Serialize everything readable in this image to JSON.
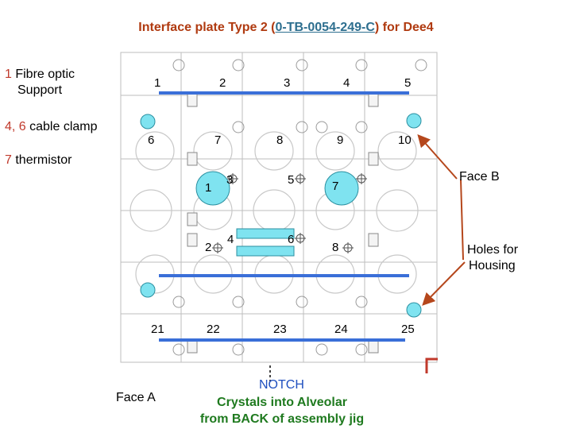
{
  "title": {
    "prefix": "Interface plate Type 2 (",
    "code": "0-TB-0054-249-C",
    "suffix": ") for Dee4"
  },
  "legend": [
    {
      "num": "1",
      "text": " Fibre optic"
    },
    {
      "num": "",
      "text": "Support"
    },
    {
      "num": "4, 6",
      "text": " cable clamp"
    },
    {
      "num": "7",
      "text": " thermistor"
    }
  ],
  "row1_numbers": [
    "1",
    "2",
    "3",
    "4",
    "5"
  ],
  "row2_numbers": [
    "6",
    "7",
    "8",
    "9",
    "10"
  ],
  "row_bottom_numbers": [
    "21",
    "22",
    "23",
    "24",
    "25"
  ],
  "inner_numbers": [
    "1",
    "3",
    "5",
    "7",
    "2",
    "4",
    "6",
    "8"
  ],
  "face_b": "Face B",
  "holes_for_housing": [
    "Holes for",
    "Housing"
  ],
  "face_a": "Face A",
  "notch": "NOTCH",
  "caption": [
    "Crystals into Alveolar",
    "from BACK of assembly jig"
  ],
  "colors": {
    "title": "#b03a10",
    "code": "#2e6f8f",
    "legend_number": "#c0392b",
    "blue_bar": "#3a6fd8",
    "fibre_support": "#7fe3f0",
    "arrow": "#b5471c",
    "caption": "#1f7a1f",
    "notch": "#1f4fbf"
  }
}
